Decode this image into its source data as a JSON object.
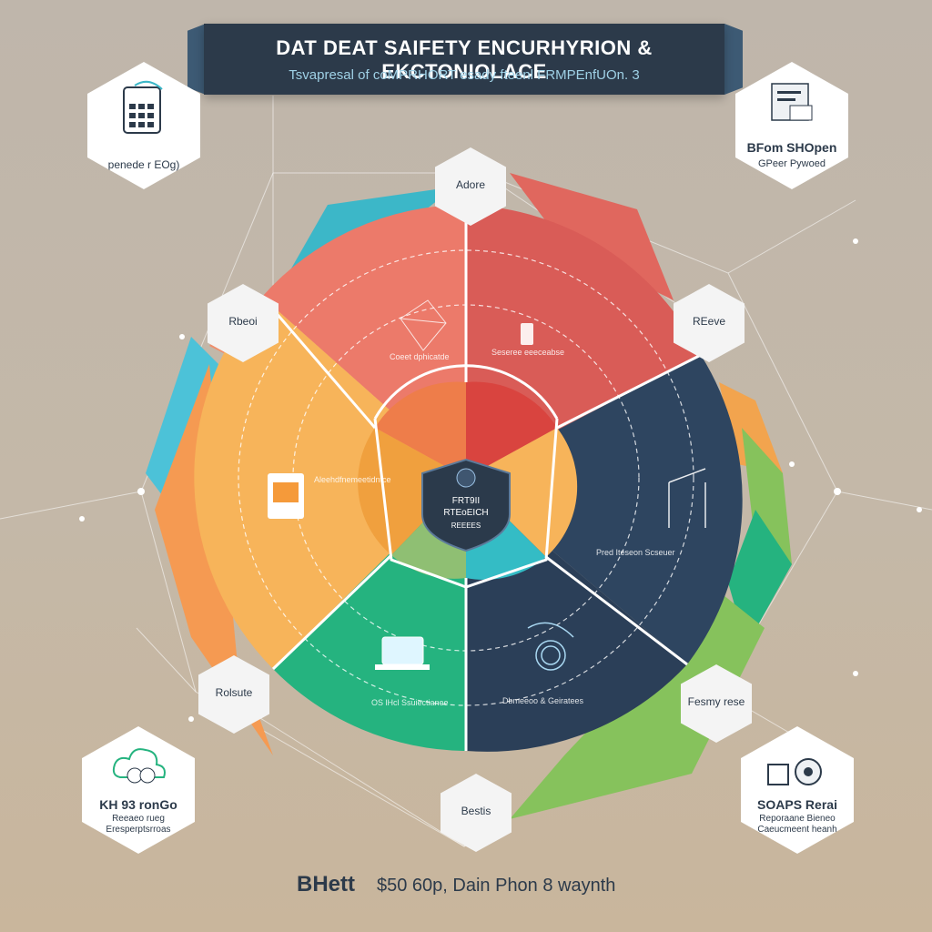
{
  "header": {
    "title": "DAT DEAT SAIFETY ENCURHYRION & EKCTONIOLACE",
    "subtitle": "Tsvapresal of coMPRHORT esady fteenl FRMPEnfUOn. 3"
  },
  "corner_cards": {
    "top_left": {
      "label": "penede r EOg)"
    },
    "top_right": {
      "title": "BFom SHOpen",
      "subtitle": "GPeer Pywoed"
    },
    "bottom_left": {
      "title": "KH 93 ronGo",
      "line1": "Reeaeo rueg",
      "line2": "Eresperptsrroas"
    },
    "bottom_right": {
      "title": "SOAPS Rerai",
      "line1": "Reporaane Bieneo",
      "line2": "Caeucmeent heanh"
    }
  },
  "node_labels": {
    "top": "Adore",
    "left_upper": "Rbeoi",
    "right_upper": "REeve",
    "left_lower": "Rolsute",
    "right_lower": "Fesmy rese",
    "bottom": "Bestis"
  },
  "center_badge": {
    "line1": "FRT9II",
    "line2": "RTEoEICH",
    "line3": "REEEES"
  },
  "segments": {
    "red_left": "Coeet dphicatde",
    "red_right": "Seseree eeeceabse",
    "orange": "Aleehdfnemeetidntce",
    "navy": "Pred Iteseon Scseuer",
    "green": "OS lHcl Ssuiectianee",
    "navy_bottom": "Dbmeeoo & Geiratees"
  },
  "footer": {
    "brand": "BHett",
    "text": "$50 60p, Dain Phon 8 waynth"
  },
  "colors": {
    "red": "#e0675e",
    "orange": "#f2a44e",
    "navy": "#2e4560",
    "green": "#25b37f",
    "teal": "#3cb7c8",
    "lime": "#86c25c",
    "header": "#2c3a4a"
  }
}
